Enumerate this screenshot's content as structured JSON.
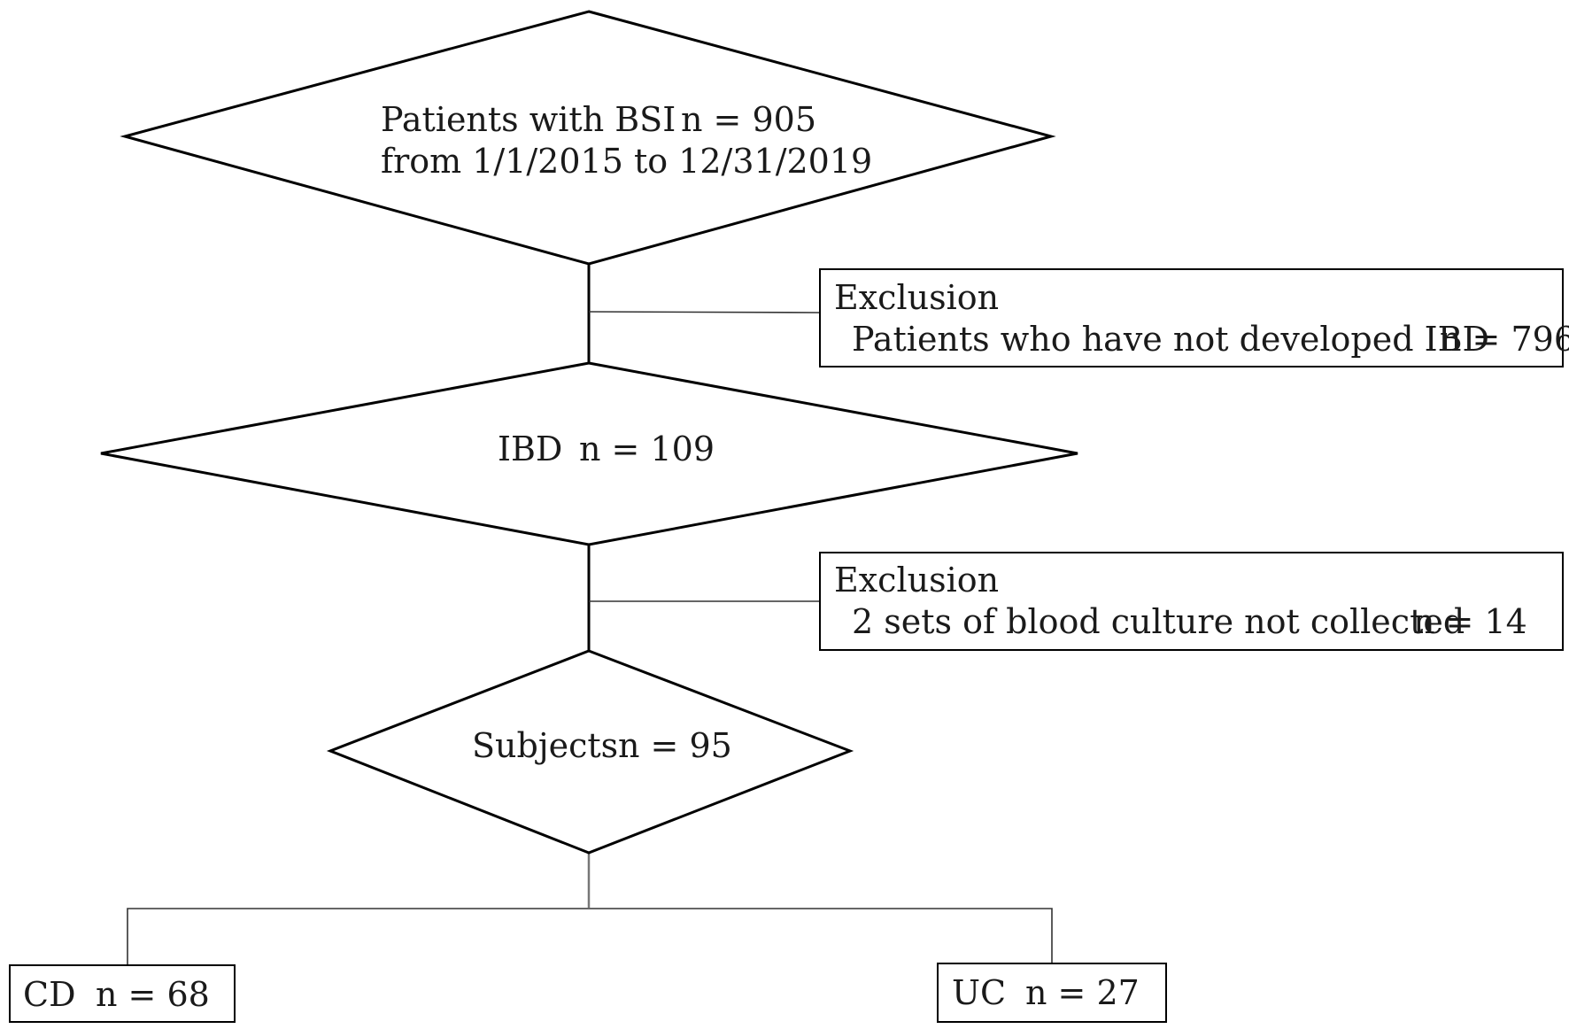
{
  "nodes": {
    "bsi": {
      "line1_label": "Patients with BSI",
      "line1_count": "n = 905",
      "line2": "from 1/1/2015 to 12/31/2019"
    },
    "exclusion1": {
      "heading": "Exclusion",
      "reason": "Patients who have not developed IBD",
      "count": "n = 796"
    },
    "ibd": {
      "label": "IBD",
      "count": "n = 109"
    },
    "exclusion2": {
      "heading": "Exclusion",
      "reason": "2 sets of blood culture not collected",
      "count": "n = 14"
    },
    "subjects": {
      "label": "Subjects",
      "count": "n = 95"
    },
    "cd": {
      "label": "CD",
      "count": "n = 68"
    },
    "uc": {
      "label": "UC",
      "count": "n = 27"
    }
  },
  "colors": {
    "stroke": "#000000",
    "text": "#1a1a1a",
    "background": "#ffffff"
  }
}
